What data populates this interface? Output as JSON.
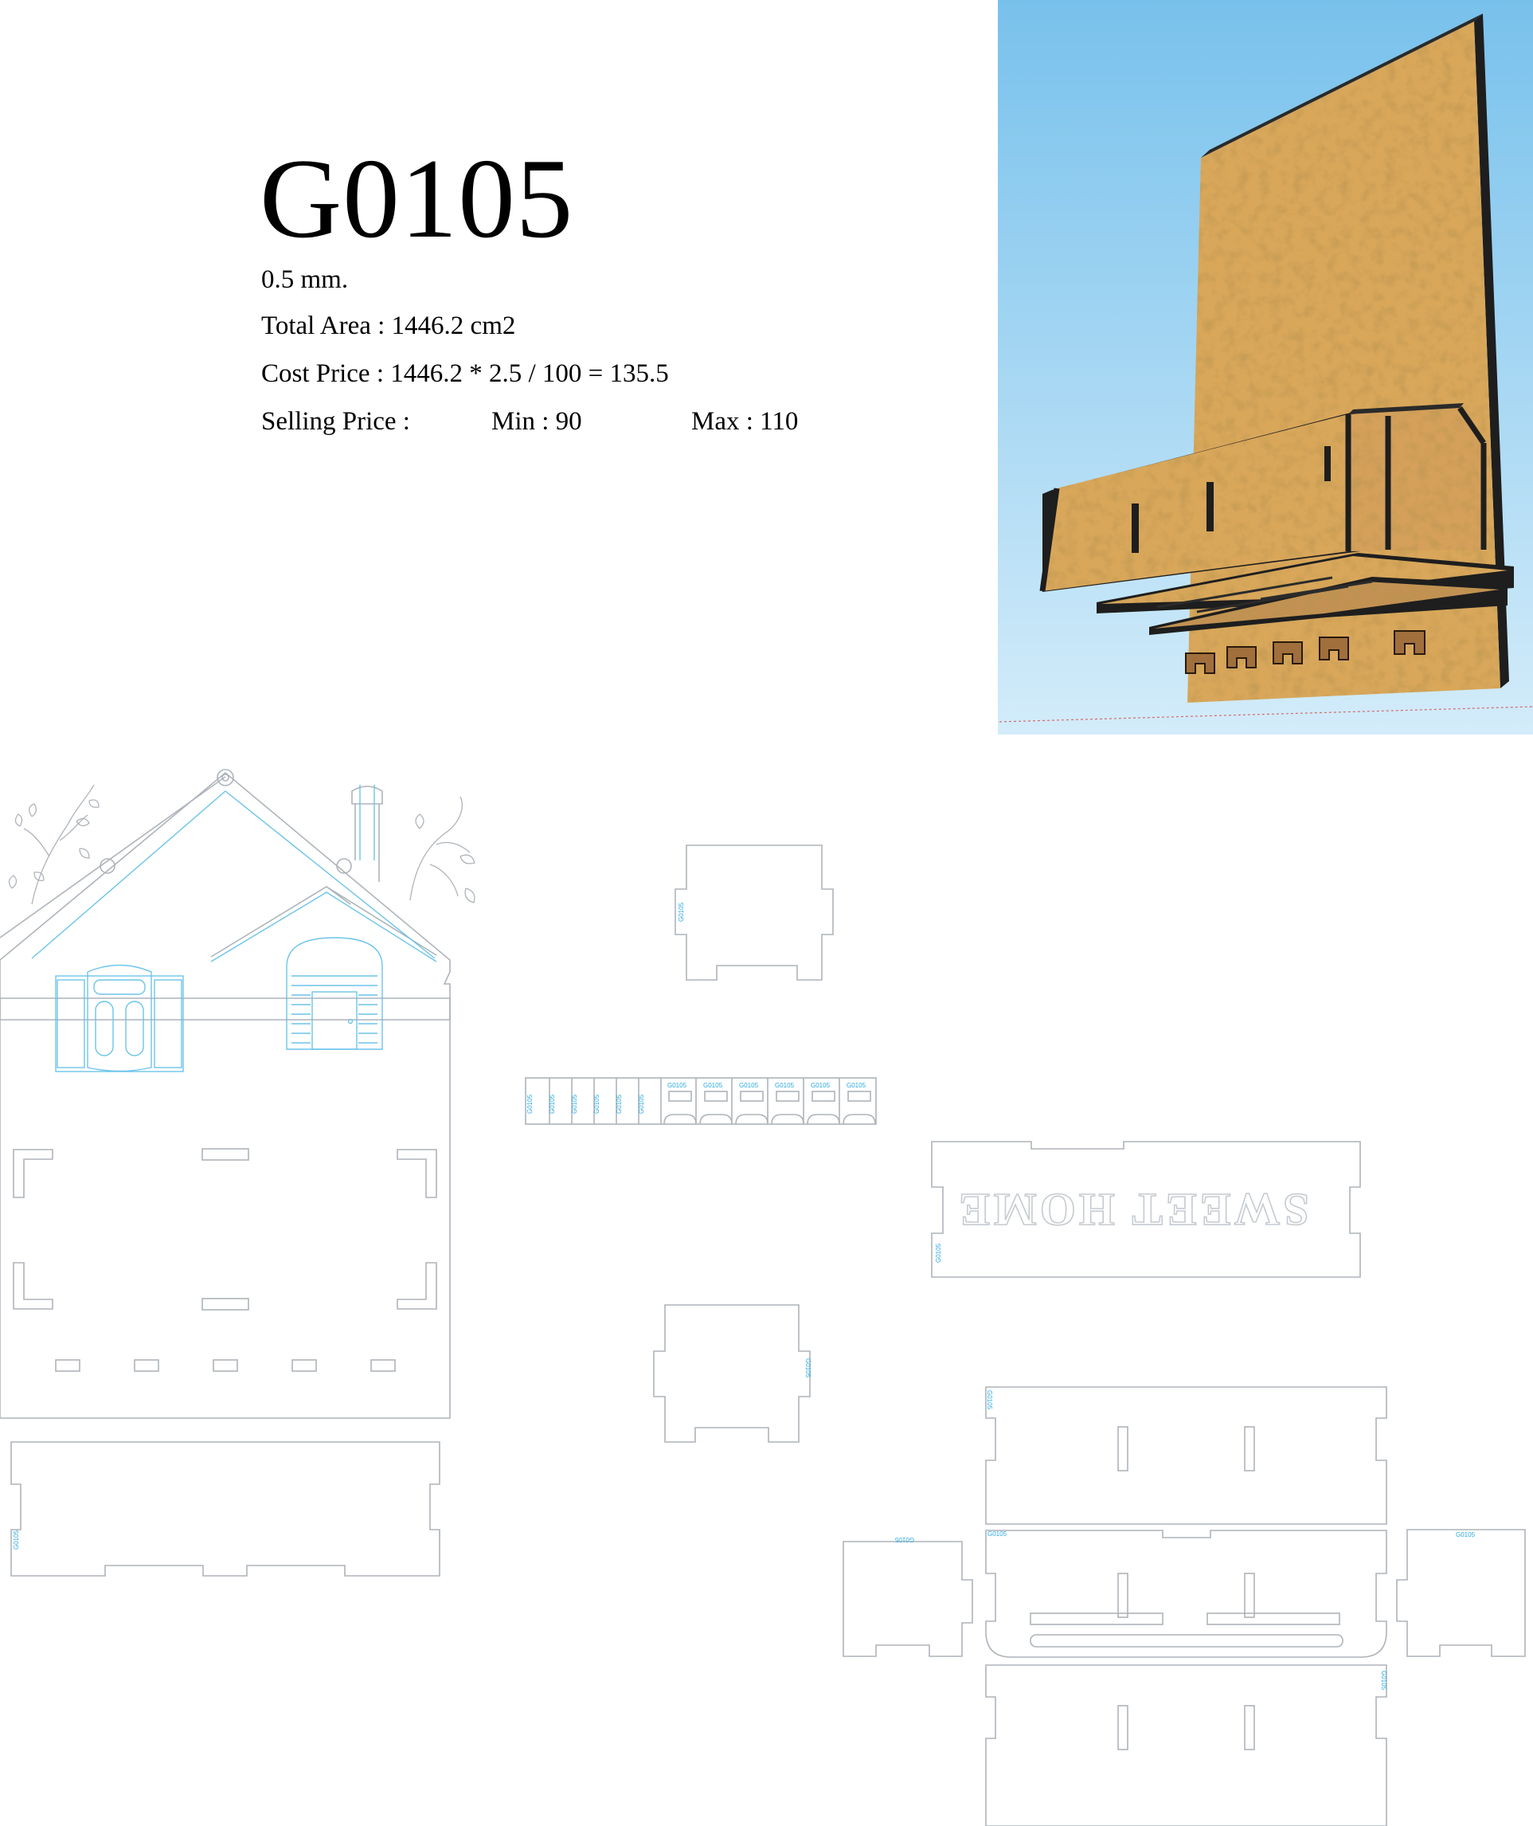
{
  "product": {
    "code": "G0105",
    "thickness": "0.5 mm.",
    "total_area": "Total Area : 1446.2 cm2",
    "cost_price": "Cost Price : 1446.2 * 2.5 / 100 = 135.5",
    "selling_label": "Selling Price :",
    "selling_min": "Min : 90",
    "selling_max": "Max : 110"
  },
  "cut_sheet": {
    "part_label": "G0105",
    "stencil_text": "SWEET HOME"
  },
  "colors": {
    "outline": "#aeb4bb",
    "detail_blue": "#6cc4ea",
    "label_blue": "#29a9e0",
    "sky_top": "#78c1ec",
    "sky_bottom": "#d3ecfa",
    "wood": "#d9a75a",
    "edge": "#1e1e1e",
    "bracket": "#9a6b3a"
  }
}
